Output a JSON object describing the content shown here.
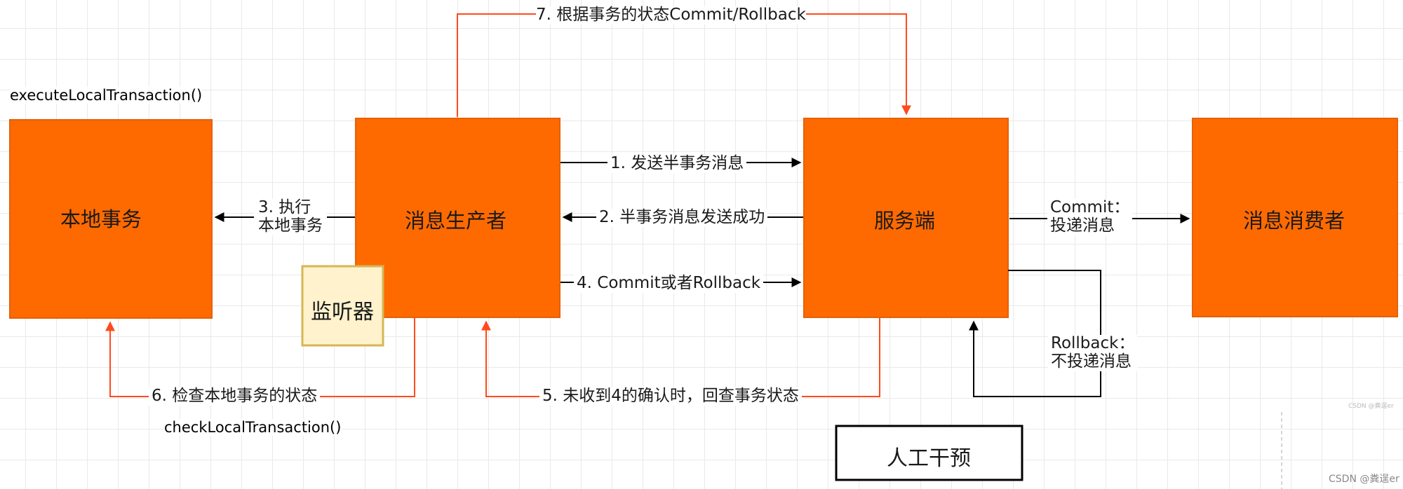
{
  "colors": {
    "box_fill": "#ff6a00",
    "box_border": "#e4610c",
    "listener_fill": "#fff2cc",
    "listener_border": "#d6b656",
    "arrow_red": "#ff4a1c",
    "arrow_black": "#000000"
  },
  "nodes": {
    "local_tx": "本地事务",
    "producer": "消息生产者",
    "server": "服务端",
    "consumer": "消息消费者",
    "listener": "监听器",
    "manual": "人工干预"
  },
  "methods": {
    "execute": "executeLocalTransaction()",
    "check": "checkLocalTransaction()"
  },
  "edges": {
    "step1": "1. 发送半事务消息",
    "step2": "2. 半事务消息发送成功",
    "step3": "3. 执行\n本地事务",
    "step4": "4. Commit或者Rollback",
    "step5": "5. 未收到4的确认时，回查事务状态",
    "step6": "6. 检查本地事务的状态",
    "step7": "7. 根据事务的状态Commit/Rollback",
    "commit": "Commit：\n投递消息",
    "rollback": "Rollback：\n不投递消息"
  },
  "watermarks": {
    "small": "CSDN @粪逞er",
    "main": "CSDN @粪逞er"
  }
}
